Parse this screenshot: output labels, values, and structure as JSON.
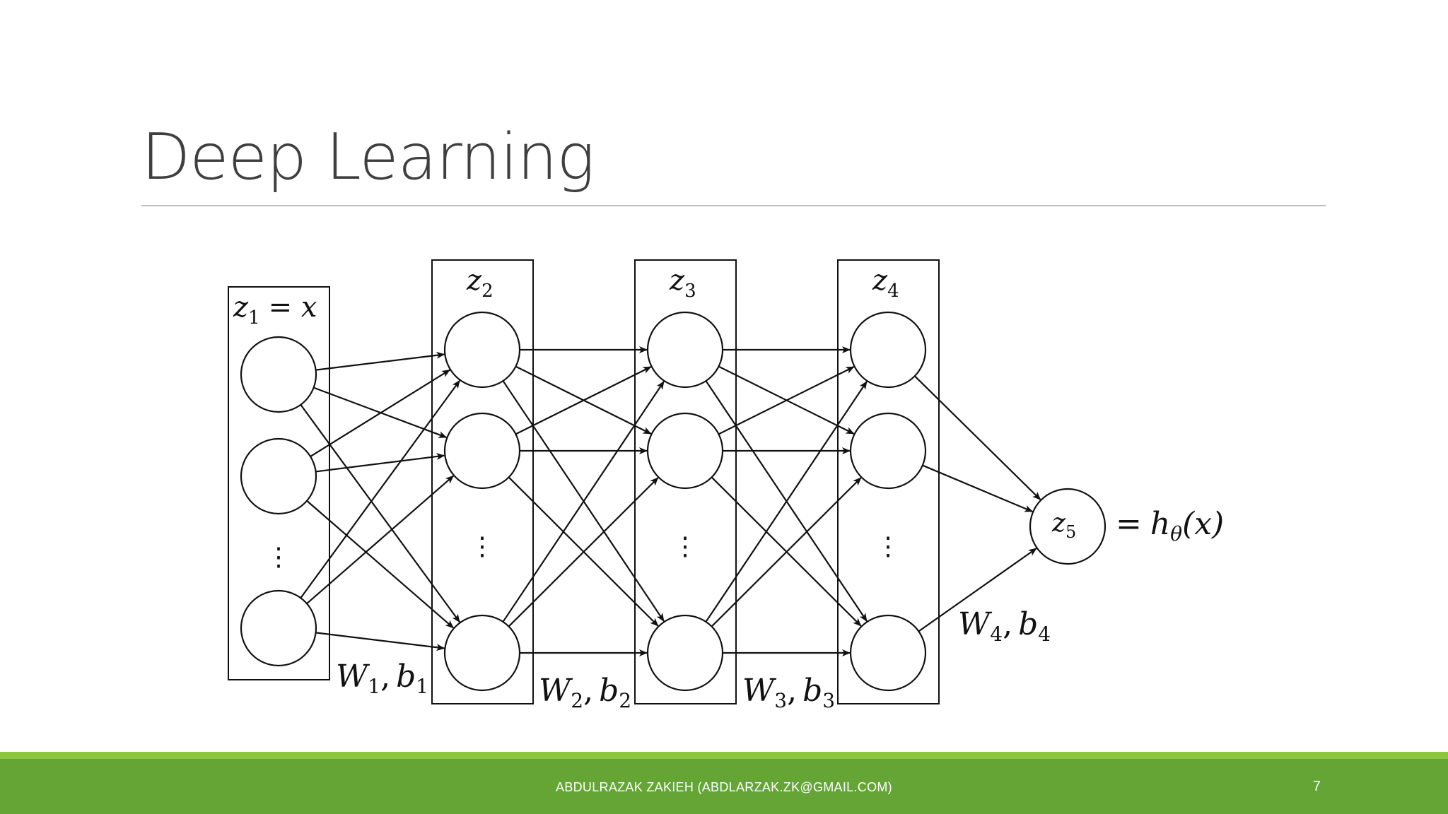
{
  "slide": {
    "title": "Deep Learning",
    "footer_author": "ABDULRAZAK ZAKIEH (ABDLARZAK.ZK@GMAIL.COM)",
    "page_number": "7",
    "colors": {
      "footer_green": "#64a536",
      "footer_accent": "#8dc63f",
      "title_text": "#3f3f3f"
    }
  },
  "diagram": {
    "layers": [
      {
        "label_var": "z",
        "label_sub": "1",
        "label_suffix": "= x"
      },
      {
        "label_var": "z",
        "label_sub": "2",
        "label_suffix": ""
      },
      {
        "label_var": "z",
        "label_sub": "3",
        "label_suffix": ""
      },
      {
        "label_var": "z",
        "label_sub": "4",
        "label_suffix": ""
      }
    ],
    "output": {
      "var": "z",
      "sub": "5",
      "equals": "=",
      "h": "h",
      "h_sub": "θ",
      "arg": "(x)"
    },
    "weights": [
      {
        "W": "W",
        "W_sub": "1",
        "sep": ",",
        "b": "b",
        "b_sub": "1"
      },
      {
        "W": "W",
        "W_sub": "2",
        "sep": ",",
        "b": "b",
        "b_sub": "2"
      },
      {
        "W": "W",
        "W_sub": "3",
        "sep": ",",
        "b": "b",
        "b_sub": "3"
      },
      {
        "W": "W",
        "W_sub": "4",
        "sep": ",",
        "b": "b",
        "b_sub": "4"
      }
    ],
    "ellipsis": "⋮"
  }
}
